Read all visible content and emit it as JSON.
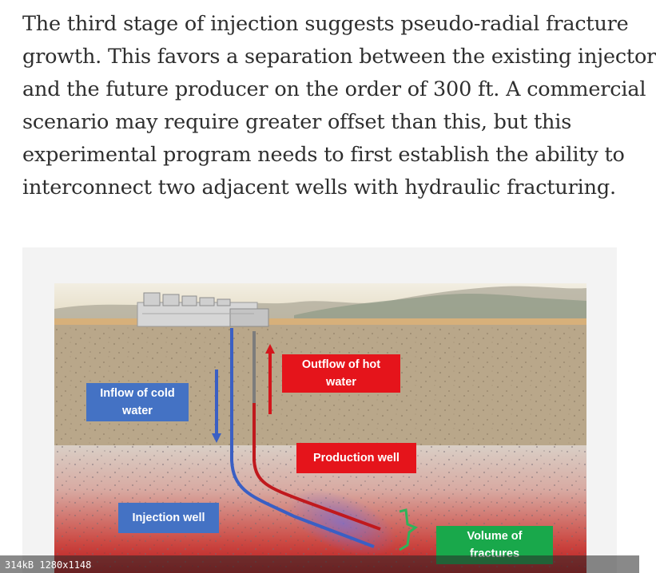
{
  "article": {
    "lines": [
      "The third stage of injection suggests pseudo-radial fracture",
      "growth. This favors a separation between the existing injector",
      "and the future producer on the order of 300 ft. A commercial",
      "scenario may require greater offset than this, but this",
      "experimental program needs to first establish the ability to",
      "interconnect two adjacent wells with hydraulic fracturing."
    ]
  },
  "diagram": {
    "labels": {
      "inflow": "Inflow of cold\nwater",
      "outflow": "Outflow of hot\nwater",
      "production": "Production well",
      "injection": "Injection well",
      "fractures": "Volume of\nfractures"
    },
    "colors": {
      "injection_well": "#3a5fc4",
      "production_well": "#c0191d",
      "label_blue": "#4472c4",
      "label_red": "#e5141b",
      "label_green": "#19a84b",
      "bracket": "#2fb35a"
    }
  },
  "image_info": {
    "text": "314kB  1280x1148"
  }
}
